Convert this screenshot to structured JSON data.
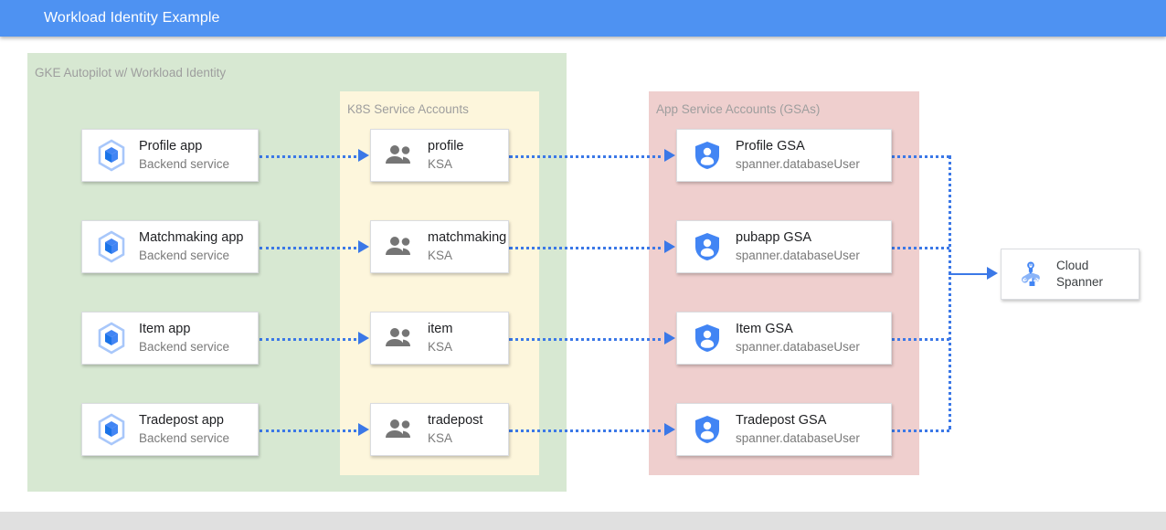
{
  "titlebar": {
    "title": "Workload Identity Example",
    "bg": "#4e92f2",
    "fg": "#ffffff"
  },
  "groups": [
    {
      "id": "gke",
      "label": "GKE Autopilot w/ Workload Identity",
      "color": "#d7e8d2"
    },
    {
      "id": "ksa",
      "label": "K8S Service Accounts",
      "color": "#fdf6dc"
    },
    {
      "id": "gsa",
      "label": "App Service Accounts (GSAs)",
      "color": "#efcfce"
    }
  ],
  "apps": [
    {
      "title": "Profile app",
      "subtitle": "Backend service",
      "icon": "gke-cube-icon"
    },
    {
      "title": "Matchmaking app",
      "subtitle": "Backend service",
      "icon": "gke-cube-icon"
    },
    {
      "title": "Item app",
      "subtitle": "Backend service",
      "icon": "gke-cube-icon"
    },
    {
      "title": "Tradepost app",
      "subtitle": "Backend service",
      "icon": "gke-cube-icon"
    }
  ],
  "ksas": [
    {
      "title": "profile",
      "subtitle": "KSA",
      "icon": "people-icon"
    },
    {
      "title": "matchmaking",
      "subtitle": "KSA",
      "icon": "people-icon"
    },
    {
      "title": "item",
      "subtitle": "KSA",
      "icon": "people-icon"
    },
    {
      "title": "tradepost",
      "subtitle": "KSA",
      "icon": "people-icon"
    }
  ],
  "gsas": [
    {
      "title": "Profile GSA",
      "subtitle": "spanner.databaseUser",
      "icon": "shield-person-icon"
    },
    {
      "title": "pubapp GSA",
      "subtitle": "spanner.databaseUser",
      "icon": "shield-person-icon"
    },
    {
      "title": "Item GSA",
      "subtitle": "spanner.databaseUser",
      "icon": "shield-person-icon"
    },
    {
      "title": "Tradepost GSA",
      "subtitle": "spanner.databaseUser",
      "icon": "shield-person-icon"
    }
  ],
  "database": {
    "line1": "Cloud",
    "line2": "Spanner",
    "icon": "cloud-spanner-icon"
  },
  "colors": {
    "connector": "#3b78e7",
    "group_green": "#d7e8d2",
    "group_yellow": "#fdf6dc",
    "group_pink": "#efcfce",
    "card_bg": "#ffffff",
    "label_gray": "#9e9e9e",
    "footer_gray": "#e0e0e0"
  }
}
